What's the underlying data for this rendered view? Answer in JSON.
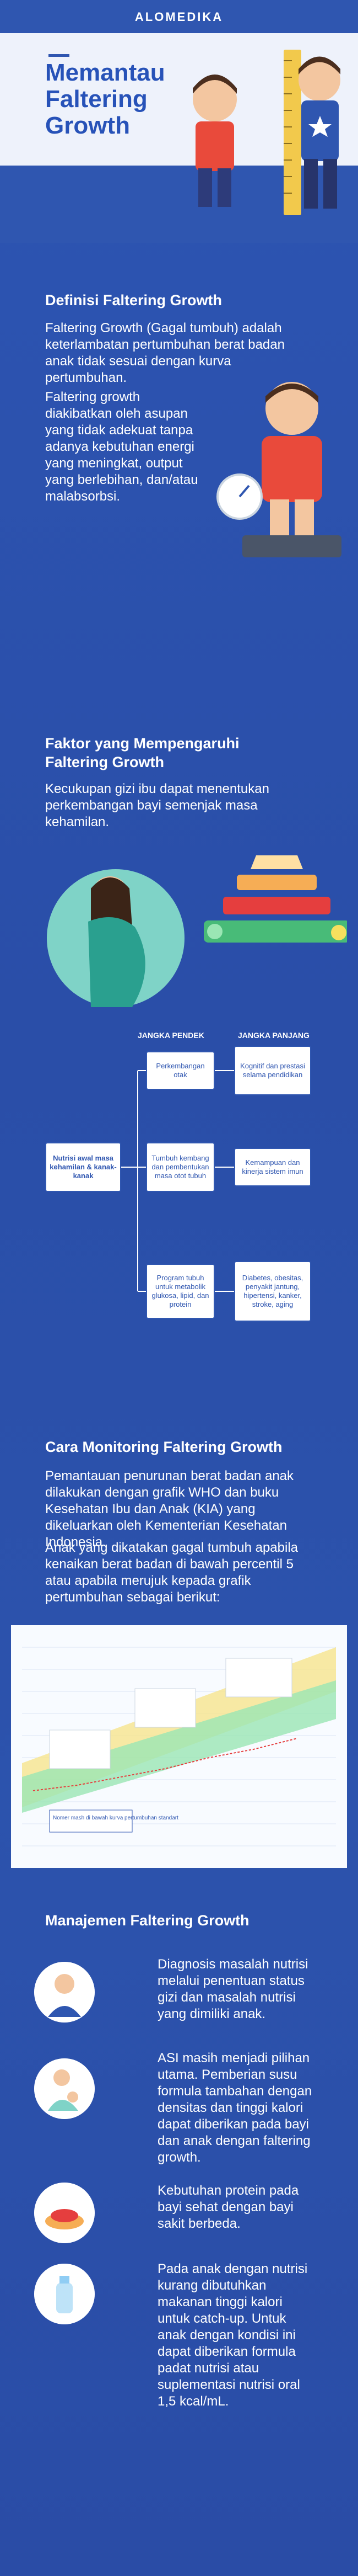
{
  "header": {
    "brand": "ALOMEDIKA",
    "title_lines": [
      "Memantau",
      "Faltering",
      "Growth"
    ]
  },
  "definisi": {
    "title": "Definisi Faltering Growth",
    "p1": "Faltering Growth (Gagal tumbuh) adalah keterlambatan pertumbuhan berat badan anak tidak sesuai dengan kurva pertumbuhan.",
    "p2": "Faltering growth diakibatkan oleh asupan yang tidak adekuat tanpa adanya kebutuhan energi yang meningkat, output yang berlebihan, dan/atau malabsorbsi."
  },
  "faktor": {
    "title": "Faktor yang Mempengaruhi Faltering Growth",
    "p1": "Kecukupan gizi ibu dapat menentukan perkembangan bayi semenjak masa kehamilan.",
    "flow": {
      "header_short": "JANGKA PENDEK",
      "header_long": "JANGKA PANJANG",
      "source": "Nutrisi awal masa kehamilan & kanak-kanak",
      "boxes": [
        "Perkembangan otak",
        "Kognitif dan prestasi selama pendidikan",
        "Tumbuh kembang dan pembentukan masa otot tubuh",
        "Kemampuan dan kinerja sistem imun",
        "Program tubuh untuk metabolik glukosa, lipid, dan protein",
        "Diabetes, obesitas, penyakit jantung, hipertensi, kanker, stroke, aging"
      ]
    }
  },
  "monitoring": {
    "title": "Cara Monitoring Faltering Growth",
    "p1": "Pemantauan penurunan berat badan anak dilakukan dengan grafik WHO dan buku Kesehatan Ibu dan Anak (KIA) yang dikeluarkan oleh Kementerian Kesehatan Indonesia.",
    "p2": "Anak yang dikatakan gagal tumbuh apabila kenaikan berat badan di bawah percentil 5 atau apabila merujuk kepada grafik pertumbuhan sebagai berikut:",
    "chart_note": "Nomer mash di bawah kurva pertumbuhan standart"
  },
  "manajemen": {
    "title": "Manajemen Faltering Growth",
    "items": [
      {
        "icon": "doctor-icon",
        "text": "Diagnosis masalah nutrisi melalui penentuan status gizi dan masalah nutrisi yang dimiliki anak."
      },
      {
        "icon": "breastfeeding-icon",
        "text": "ASI masih menjadi pilihan utama. Pemberian susu formula tambahan dengan densitas dan tinggi kalori dapat diberikan pada bayi dan anak dengan faltering growth."
      },
      {
        "icon": "protein-food-icon",
        "text": "Kebutuhan protein pada bayi sehat dengan bayi sakit berbeda."
      },
      {
        "icon": "milk-bottle-icon",
        "text": "Pada anak dengan nutrisi kurang dibutuhkan makanan tinggi kalori untuk catch-up. Untuk anak dengan kondisi ini dapat diberikan formula padat nutrisi atau suplementasi nutrisi oral 1,5 kcal/mL."
      }
    ]
  },
  "colors": {
    "primary": "#2f56b0",
    "title_blue": "#2752b8",
    "background_light": "#eef2fb",
    "teal": "#7fd3c7"
  }
}
